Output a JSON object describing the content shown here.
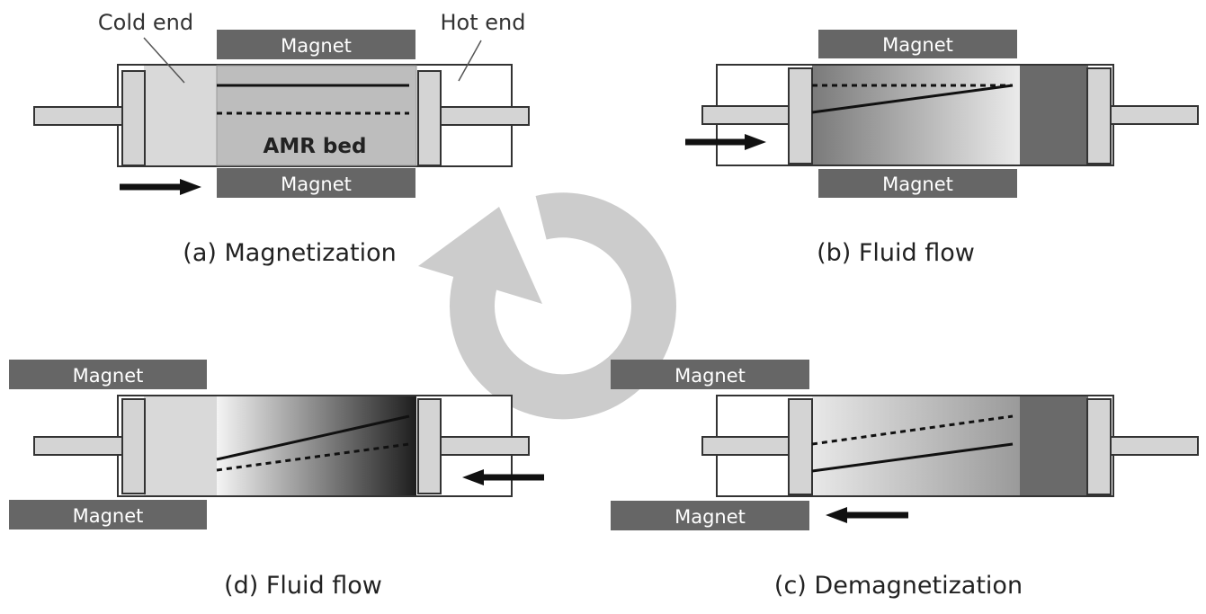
{
  "labels": {
    "magnet": "Magnet",
    "cold_end": "Cold end",
    "hot_end": "Hot end",
    "amr_bed": "AMR bed"
  },
  "captions": {
    "a": "(a) Magnetization",
    "b": "(b) Fluid flow",
    "c": "(c) Demagnetization",
    "d": "(d) Fluid flow"
  },
  "colors": {
    "magnet": "#666666",
    "piston": "#d4d4d4",
    "cycle_arrow": "#cccccc",
    "flow_arrow": "#111111"
  }
}
